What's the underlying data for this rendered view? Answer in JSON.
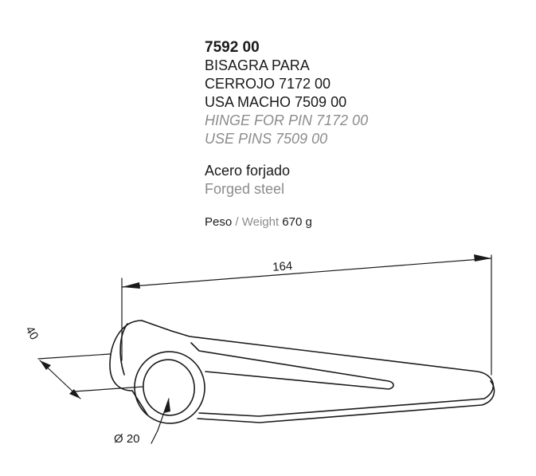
{
  "product": {
    "code": "7592 00",
    "lines_es": [
      "BISAGRA PARA",
      "CERROJO 7172 00",
      "USA MACHO 7509 00"
    ],
    "lines_en": [
      "HINGE FOR PIN 7172 00",
      "USE PINS 7509 00"
    ]
  },
  "material": {
    "es": "Acero forjado",
    "en": "Forged steel"
  },
  "weight": {
    "label_es": "Peso",
    "separator": " / ",
    "label_en": "Weight",
    "value": " 670 g"
  },
  "drawing": {
    "dimension_length": "164",
    "dimension_height": "40",
    "dimension_diameter": "Ø 20"
  }
}
